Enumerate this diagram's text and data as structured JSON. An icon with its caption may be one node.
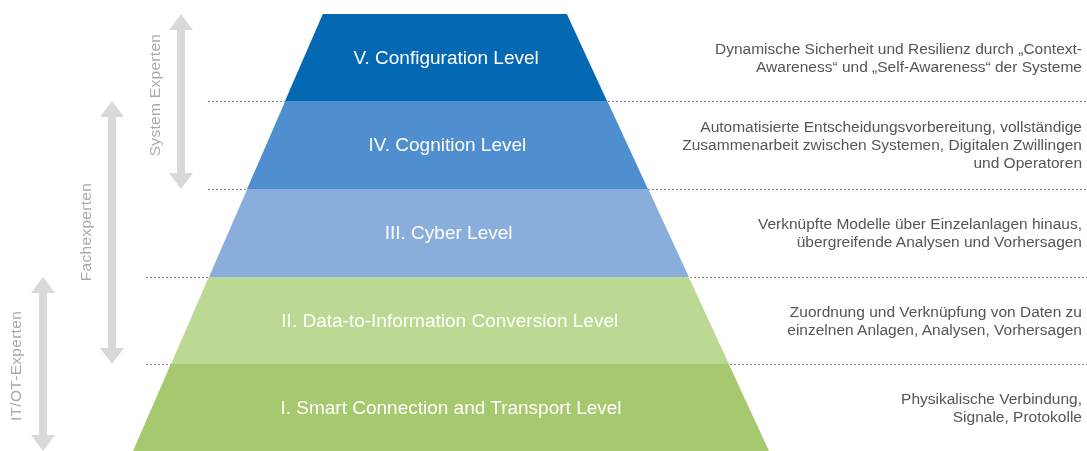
{
  "diagram": {
    "nodes": [
      {
        "text": [
          "V. Configuration Level"
        ]
      },
      {
        "text": [
          "IV. Cognition Level"
        ]
      },
      {
        "text": [
          "III. Cyber Level"
        ]
      },
      {
        "text": [
          "II. Data-to-Information Conversion Level"
        ]
      },
      {
        "text": [
          "I. Smart Connection and Transport Level"
        ]
      }
    ],
    "edges": [],
    "labels": [
      "System Experten",
      "Fachexperten",
      "IT/OT-Experten",
      "Dynamische Sicherheit und Resilienz durch „Context-Awareness“ und „Self-Awareness“ der Systeme",
      "Automatisierte Entscheidungsvorbereitung, vollständige Zusammenarbeit zwischen Systemen, Digitalen Zwillingen und Operatoren",
      "Verknüpfte Modelle über Einzelanlagen hinaus, übergreifende Analysen und Vorhersagen",
      "Zuordnung und Verknüpfung von Daten zu einzelnen Anlagen, Analysen, Vorhersagen",
      "Physikalische Verbindung, Signale, Protokolle"
    ]
  }
}
